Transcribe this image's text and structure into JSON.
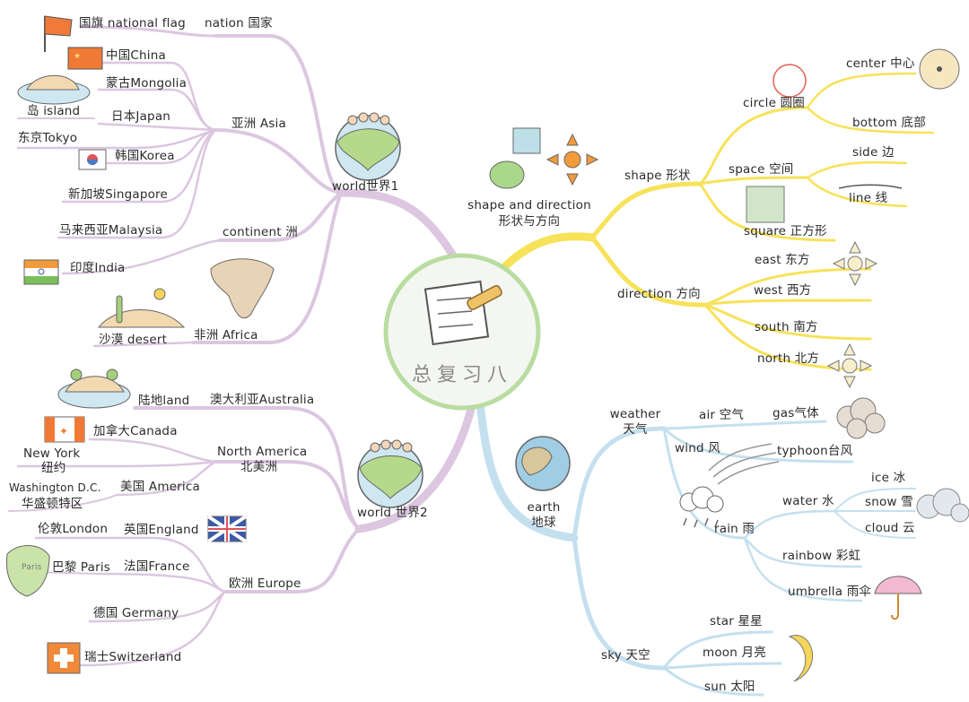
{
  "center": {
    "title": "总复习八"
  },
  "world1": {
    "label": "world世界1",
    "flag": "国旗 national flag",
    "nation": "nation 国家",
    "asia": "亚洲 Asia",
    "china": "中国China",
    "mongolia": "蒙古Mongolia",
    "island": "岛 island",
    "japan": "日本Japan",
    "tokyo": "东京Tokyo",
    "korea": "韩国Korea",
    "singapore": "新加坡Singapore",
    "malaysia": "马来西亚Malaysia",
    "continent": "continent 洲",
    "india": "印度India",
    "desert": "沙漠 desert",
    "africa": "非洲 Africa"
  },
  "world2": {
    "label": "world 世界2",
    "land": "陆地land",
    "australia": "澳大利亚Australia",
    "canada": "加拿大Canada",
    "north_america_en": "North America",
    "north_america_cn": "北美洲",
    "newyork_en": "New York",
    "newyork_cn": "纽约",
    "washington_en": "Washington D.C.",
    "washington_cn": "华盛顿特区",
    "america": "美国 America",
    "london": "伦敦London",
    "england": "英国England",
    "paris": "巴黎 Paris",
    "france": "法国France",
    "europe": "欧洲 Europe",
    "germany": "德国 Germany",
    "switzerland": "瑞士Switzerland",
    "paris_tag": "Paris"
  },
  "shape": {
    "root_en": "shape and direction",
    "root_cn": "形状与方向",
    "shape": "shape 形状",
    "circle": "circle 圆圈",
    "center": "center 中心",
    "bottom": "bottom 底部",
    "space": "space 空间",
    "side": "side 边",
    "line": "line 线",
    "square": "square 正方形",
    "direction": "direction 方向",
    "east": "east  东方",
    "west": "west   西方",
    "south": "south 南方",
    "north": "north 北方"
  },
  "earth": {
    "root_en": "earth",
    "root_cn": "地球",
    "weather_en": "weather",
    "weather_cn": "天气",
    "air": "air 空气",
    "gas": "gas气体",
    "wind": "wind 风",
    "typhoon": "typhoon台风",
    "rain": "rain 雨",
    "water": "water 水",
    "ice": "ice 冰",
    "snow": "snow 雪",
    "cloud": "cloud 云",
    "rainbow": "rainbow 彩虹",
    "umbrella": "umbrella 雨伞",
    "sky": "sky 天空",
    "star": "star 星星",
    "moon": "moon 月亮",
    "sun": "sun 太阳"
  },
  "colors": {
    "purple": "#d8bfdc",
    "yellow": "#f7e25a",
    "blue": "#bcdcee",
    "center_ring": "#b9dca0",
    "center_fill": "#f3f6ef"
  }
}
